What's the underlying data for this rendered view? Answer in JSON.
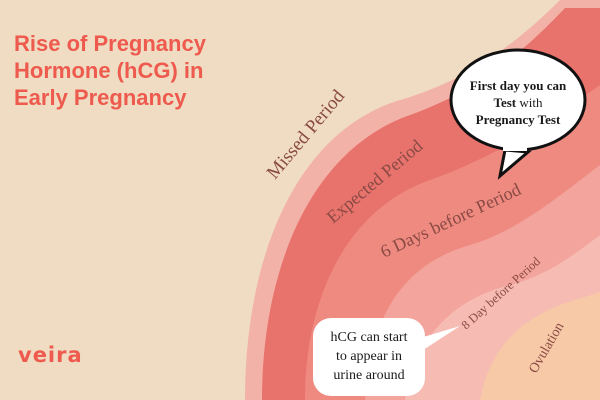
{
  "title": {
    "lines": [
      "Rise of Pregnancy",
      "Hormone (hCG) in",
      "Early Pregnancy"
    ]
  },
  "brand": "veira",
  "stages": [
    {
      "label": "Missed Period",
      "color": "#e8726c"
    },
    {
      "label": "Expected Period",
      "color": "#ef8a80"
    },
    {
      "label": "6 Days before  Period",
      "color": "#f3a49c"
    },
    {
      "label": "8 Day before Period",
      "color": "#f6bcb4"
    },
    {
      "label": "Ovulation",
      "color": "#f7c9a7"
    }
  ],
  "callouts": {
    "test": {
      "line1": "First day you can",
      "line2_bold": "Test",
      "line2_rest": " with",
      "line3": "Pregnancy Test"
    },
    "urine": {
      "lines": [
        "hCG can start",
        "to appear in",
        "urine around"
      ]
    }
  },
  "colors": {
    "background": "#efdcc3",
    "accent": "#ee5a4d",
    "outer_band": "#f2b2a8"
  }
}
